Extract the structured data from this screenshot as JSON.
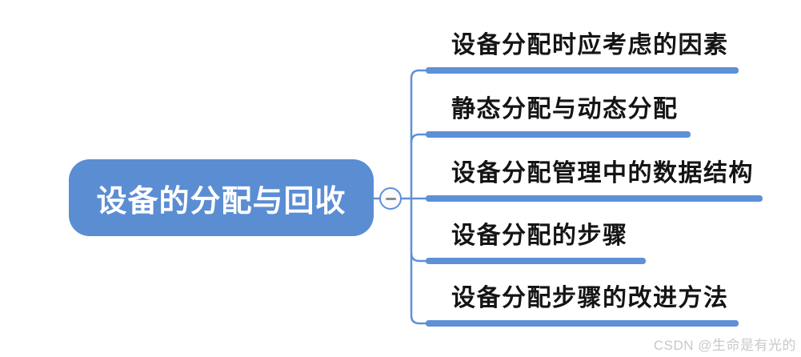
{
  "diagram": {
    "type": "mindmap",
    "root": {
      "label": "设备的分配与回收"
    },
    "collapse_button": {
      "icon": "minus-icon",
      "state": "expanded"
    },
    "branches": [
      {
        "label": "设备分配时应考虑的因素"
      },
      {
        "label": "静态分配与动态分配"
      },
      {
        "label": "设备分配管理中的数据结构"
      },
      {
        "label": "设备分配的步骤"
      },
      {
        "label": "设备分配步骤的改进方法"
      }
    ],
    "colors": {
      "accent_blue": "#5e90d6",
      "root_node_fill": "#5b8dd3",
      "root_text": "#ffffff",
      "branch_text": "#141414",
      "minus_gray": "#8d8d96",
      "watermark_gray": "#c9c9c9",
      "background": "#ffffff"
    }
  },
  "watermark": {
    "text": "CSDN @生命是有光的"
  }
}
